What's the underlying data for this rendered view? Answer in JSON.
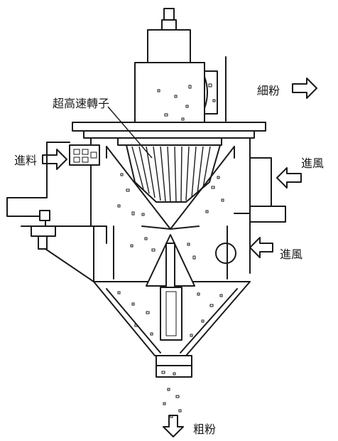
{
  "labels": {
    "rotor": "超高速轉子",
    "feed": "進料",
    "fine_powder": "細粉",
    "air_inlet_upper": "進風",
    "air_inlet_lower": "進風",
    "coarse_powder": "粗粉"
  },
  "colors": {
    "line": "#1a1a1a",
    "background": "#ffffff"
  },
  "icons": {
    "fine_powder_arrow": "arrow-right-icon",
    "feed_arrow": "arrow-right-icon",
    "air_inlet_upper_arrow": "arrow-left-icon",
    "air_inlet_lower_arrow": "arrow-left-icon",
    "coarse_powder_arrow": "arrow-down-icon"
  }
}
